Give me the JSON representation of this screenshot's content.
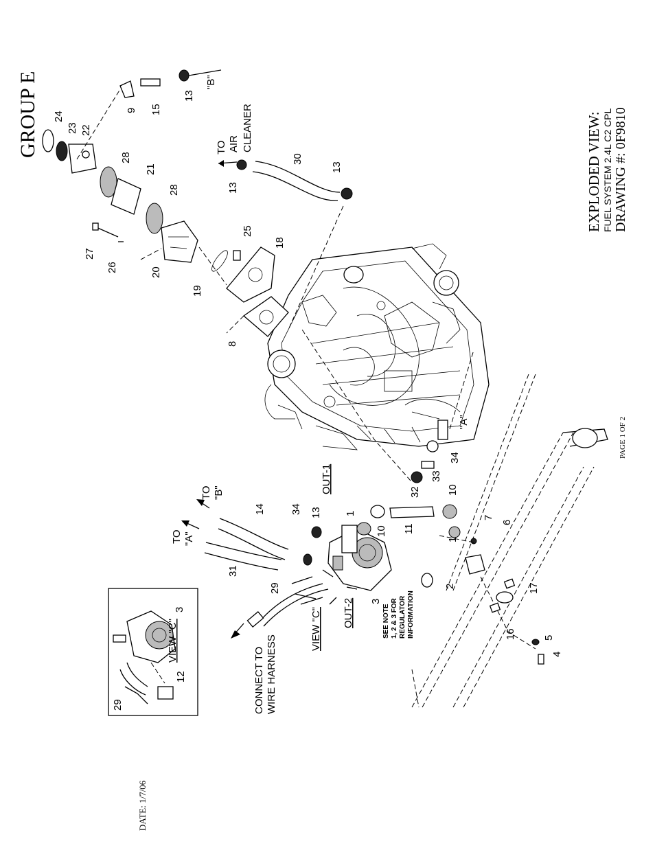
{
  "header": {
    "group": "GROUP E",
    "exploded_view": "EXPLODED VIEW:",
    "system": "FUEL SYSTEM 2.4L C2 CPL",
    "drawing": "DRAWING #: 0F9810"
  },
  "footer": {
    "date": "DATE: 1/7/06",
    "page": "PAGE 1 OF 2"
  },
  "labels": {
    "to_air_cleaner_1": "TO",
    "to_air_cleaner_2": "AIR",
    "to_air_cleaner_3": "CLEANER",
    "ref_b": "\"B\"",
    "ref_a": "\"A\"",
    "to_a_1": "TO",
    "to_a_2": "\"A\"",
    "to_b_1": "TO",
    "to_b_2": "\"B\"",
    "out_1": "OUT-1",
    "out_2": "OUT-2",
    "view_c": "VIEW \"C\"",
    "view_c_inset": "VIEW \"C\"",
    "connect_1": "CONNECT TO",
    "connect_2": "WIRE HARNESS",
    "note_1": "SEE NOTE",
    "note_2": "1, 2 & 3 FOR",
    "note_3": "REGULATOR",
    "note_4": "INFORMATION"
  },
  "callouts": {
    "c1a": "1",
    "c1b": "1",
    "c2": "2",
    "c3": "3",
    "c3b": "3",
    "c4": "4",
    "c5": "5",
    "c6": "6",
    "c7": "7",
    "c8": "8",
    "c9": "9",
    "c10a": "10",
    "c10b": "10",
    "c11": "11",
    "c12": "12",
    "c13a": "13",
    "c13b": "13",
    "c13c": "13",
    "c13d": "13",
    "c14": "14",
    "c15": "15",
    "c16": "16",
    "c17": "17",
    "c18": "18",
    "c19": "19",
    "c20": "20",
    "c21": "21",
    "c22": "22",
    "c23": "23",
    "c24": "24",
    "c25": "25",
    "c26": "26",
    "c27": "27",
    "c28a": "28",
    "c28b": "28",
    "c29": "29",
    "c29b": "29",
    "c30": "30",
    "c31": "31",
    "c32": "32",
    "c33": "33",
    "c34a": "34",
    "c34b": "34"
  }
}
